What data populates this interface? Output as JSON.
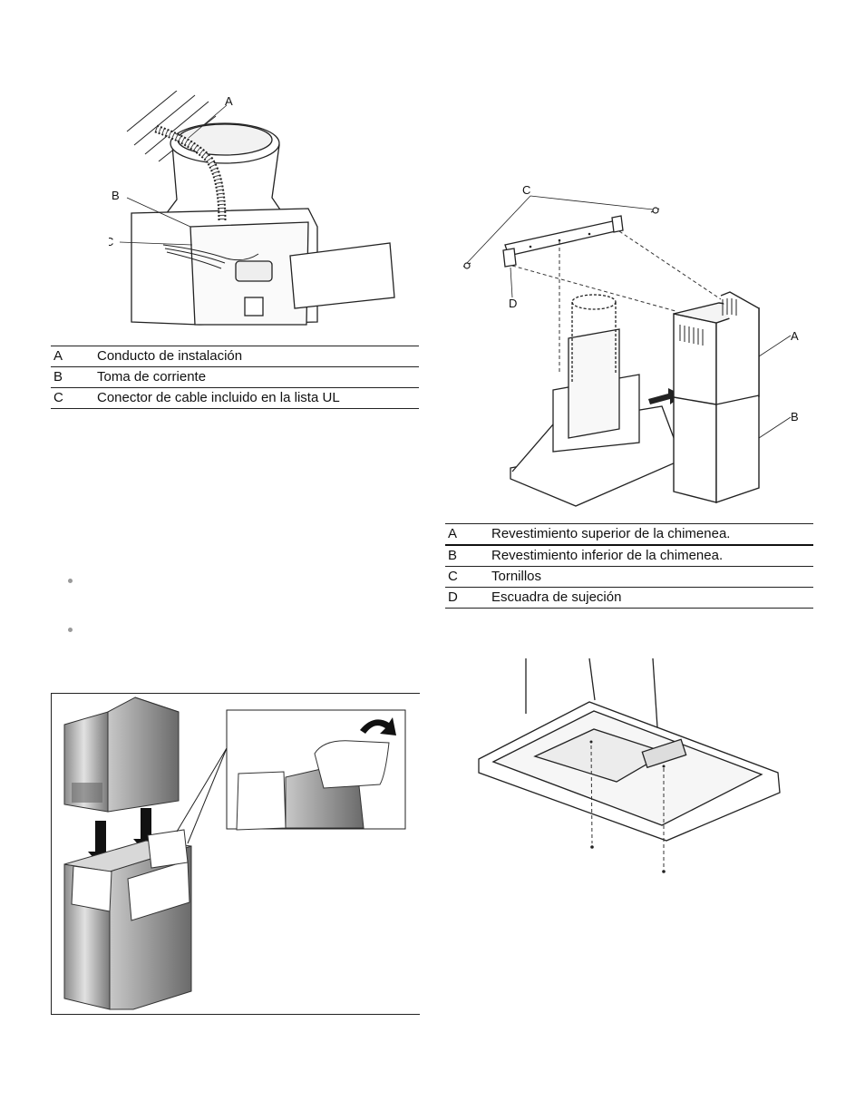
{
  "figure1": {
    "callouts": [
      "A",
      "B",
      "C"
    ],
    "legend": [
      {
        "key": "A",
        "text": "Conducto de instalación"
      },
      {
        "key": "B",
        "text": "Toma de corriente"
      },
      {
        "key": "C",
        "text": "Conector de cable incluido en la lista UL"
      }
    ]
  },
  "figure2": {
    "callouts": [
      "C",
      "D",
      "A",
      "B"
    ],
    "legend": [
      {
        "key": "A",
        "text": "Revestimiento superior de la chimenea."
      },
      {
        "key": "B",
        "text": "Revestimiento inferior de la chimenea."
      },
      {
        "key": "C",
        "text": "Tornillos"
      },
      {
        "key": "D",
        "text": "Escuadra de sujeción"
      }
    ]
  }
}
